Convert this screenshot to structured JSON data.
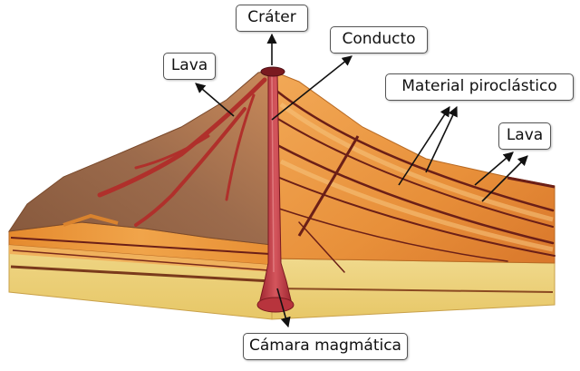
{
  "labels": {
    "crater": "Cráter",
    "conducto": "Conducto",
    "lava_left": "Lava",
    "material_piroclastico": "Material piroclástico",
    "lava_right": "Lava",
    "camara_magmatica": "Cámara magmática"
  },
  "colors": {
    "sand": "#eed27e",
    "orange_layer": "#e9913a",
    "dark_layer": "#6b1f17",
    "magma": "#b8343d",
    "lava_flow": "#b0302b",
    "slope_brown": "#9a6a4a"
  }
}
